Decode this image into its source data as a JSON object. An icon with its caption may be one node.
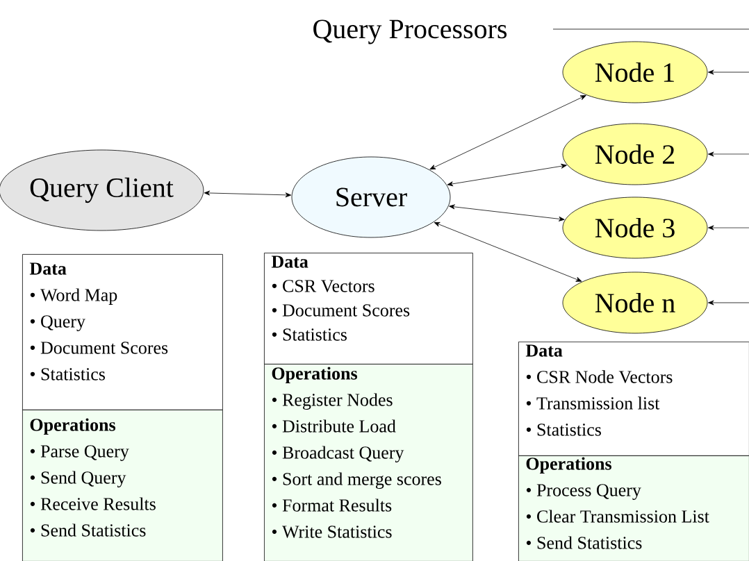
{
  "diagram": {
    "title": "Query Processors",
    "nodes": [
      {
        "text": [
          "Query Client"
        ]
      },
      {
        "text": [
          "Server"
        ]
      },
      {
        "text": [
          "Node 1"
        ]
      },
      {
        "text": [
          "Node 2"
        ]
      },
      {
        "text": [
          "Node 3"
        ]
      },
      {
        "text": [
          "Node n"
        ]
      },
      {
        "text": [
          "Data",
          "• Word Map",
          "• Query",
          "• Document Scores",
          "• Statistics"
        ]
      },
      {
        "text": [
          "Operations",
          "• Parse Query",
          "• Send Query",
          "• Receive Results",
          "• Send Statistics"
        ]
      },
      {
        "text": [
          "Data",
          "• CSR Vectors",
          "• Document Scores",
          "• Statistics"
        ]
      },
      {
        "text": [
          "Operations",
          "• Register Nodes",
          "• Distribute Load",
          "• Broadcast Query",
          "• Sort and merge scores",
          "• Format Results",
          "• Write Statistics"
        ]
      },
      {
        "text": [
          "Data",
          "• CSR Node Vectors",
          "• Transmission list",
          "• Statistics"
        ]
      },
      {
        "text": [
          "Operations",
          "• Process Query",
          "• Clear Transmission List",
          "• Send Statistics"
        ]
      }
    ],
    "edges": [
      {
        "from": 0,
        "to": 1,
        "arrow": "both"
      },
      {
        "from": 1,
        "to": 2,
        "arrow": "both"
      },
      {
        "from": 1,
        "to": 3,
        "arrow": "both"
      },
      {
        "from": 1,
        "to": 4,
        "arrow": "both"
      },
      {
        "from": 1,
        "to": 5,
        "arrow": "both"
      },
      {
        "from": null,
        "to": 2,
        "arrow": "to"
      },
      {
        "from": null,
        "to": 3,
        "arrow": "to"
      },
      {
        "from": null,
        "to": 4,
        "arrow": "to"
      },
      {
        "from": null,
        "to": 5,
        "arrow": "to"
      }
    ]
  }
}
